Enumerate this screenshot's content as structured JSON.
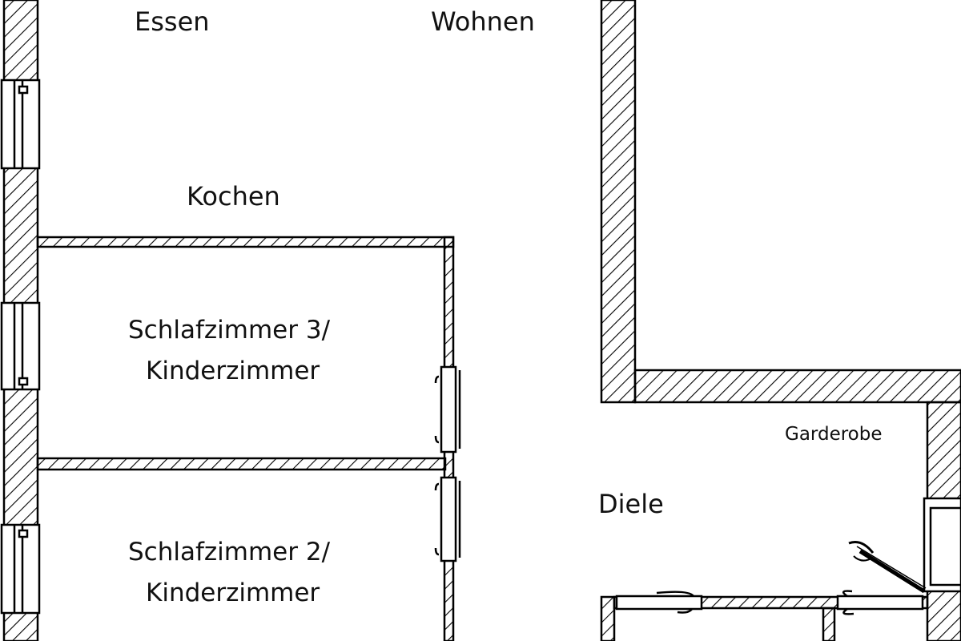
{
  "floorplan": {
    "rooms": {
      "essen": "Essen",
      "wohnen": "Wohnen",
      "kochen": "Kochen",
      "schlafzimmer3": {
        "line1": "Schlafzimmer 3/",
        "line2": "Kinderzimmer"
      },
      "schlafzimmer2": {
        "line1": "Schlafzimmer 2/",
        "line2": "Kinderzimmer"
      },
      "garderobe": "Garderobe",
      "diele": "Diele"
    },
    "colors": {
      "line": "#000000",
      "hatch": "#000000",
      "background": "#ffffff"
    }
  }
}
